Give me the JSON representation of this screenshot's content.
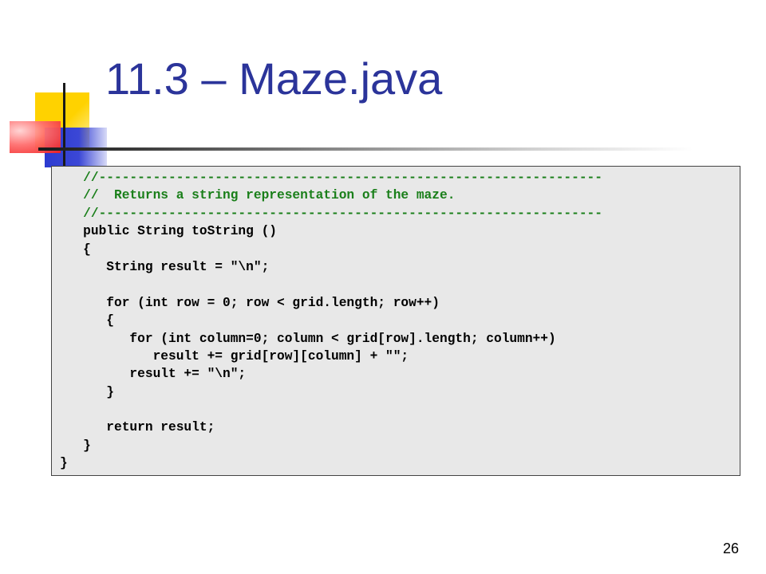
{
  "slide": {
    "title": "11.3 – Maze.java",
    "page_number": "26"
  },
  "code": {
    "lines": [
      {
        "text": "   //-----------------------------------------------------------------",
        "kind": "comment"
      },
      {
        "text": "   //  Returns a string representation of the maze.",
        "kind": "comment"
      },
      {
        "text": "   //-----------------------------------------------------------------",
        "kind": "comment"
      },
      {
        "text": "   public String toString ()",
        "kind": "code"
      },
      {
        "text": "   {",
        "kind": "code"
      },
      {
        "text": "      String result = \"\\n\";",
        "kind": "code"
      },
      {
        "text": "",
        "kind": "code"
      },
      {
        "text": "      for (int row = 0; row < grid.length; row++)",
        "kind": "code"
      },
      {
        "text": "      {",
        "kind": "code"
      },
      {
        "text": "         for (int column=0; column < grid[row].length; column++)",
        "kind": "code"
      },
      {
        "text": "            result += grid[row][column] + \"\";",
        "kind": "code"
      },
      {
        "text": "         result += \"\\n\";",
        "kind": "code"
      },
      {
        "text": "      }",
        "kind": "code"
      },
      {
        "text": "",
        "kind": "code"
      },
      {
        "text": "      return result;",
        "kind": "code"
      },
      {
        "text": "   }",
        "kind": "code"
      },
      {
        "text": "}",
        "kind": "code"
      }
    ]
  },
  "colors": {
    "title": "#2b349a",
    "comment": "#1a7f1a",
    "code": "#000000",
    "code_background": "#e8e8e8"
  }
}
